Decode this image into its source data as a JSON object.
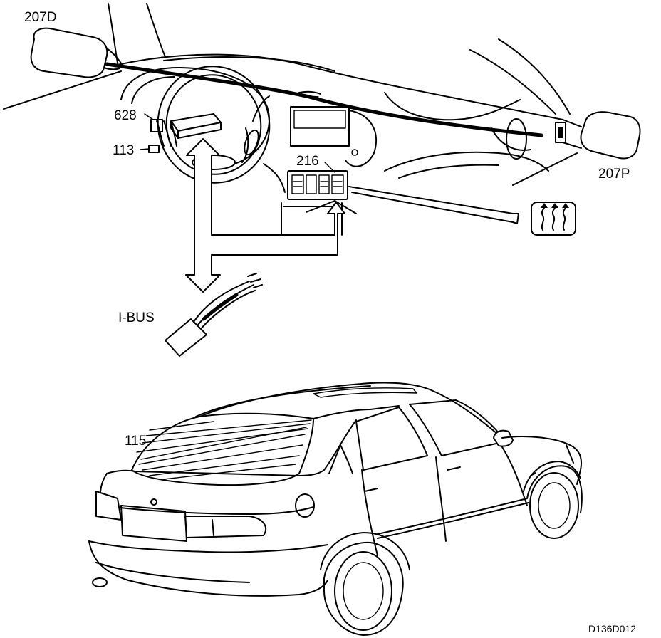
{
  "labels": {
    "mirror_driver": "207D",
    "mirror_passenger": "207P",
    "component_628": "628",
    "component_113": "113",
    "control_panel": "216",
    "bus": "I-BUS",
    "rear_window": "115",
    "figure_code": "D136D012"
  },
  "icons": {
    "rear_defrost": "rear-window-defrost-icon"
  }
}
